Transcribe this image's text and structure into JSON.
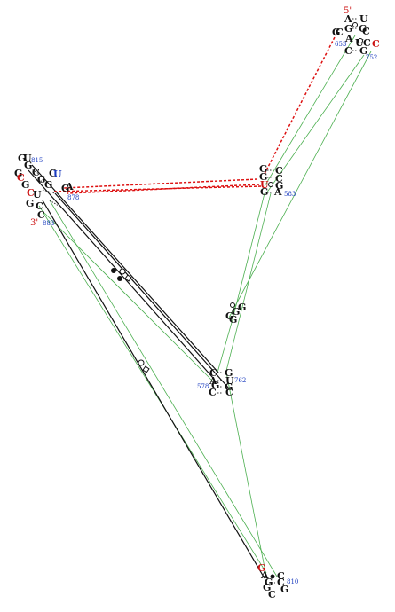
{
  "colors": {
    "nucleotide": "#111111",
    "highlight": "#cc1111",
    "index_label": "#1a3bbf",
    "pseudoknot": "#dd1111",
    "interaction": "#4caf50",
    "backbone": "#111111"
  },
  "labels": {
    "five_prime": "5'",
    "three_prime": "3'"
  },
  "index_numbers": {
    "n653": "653",
    "n752": "752",
    "n583": "583",
    "n578": "578",
    "n762": "762",
    "n815": "815",
    "n878": "878",
    "n883": "883",
    "n810": "810"
  },
  "helix_top_right": [
    "A",
    "U",
    "G",
    "G",
    "C",
    "A",
    "G",
    "C",
    "U",
    "C",
    "C",
    "G",
    "C"
  ],
  "helix_mid_right": [
    "G",
    "C",
    "G",
    "C",
    "U",
    "G",
    "G",
    "A"
  ],
  "helix_center": [
    "G",
    "G",
    "G",
    "G"
  ],
  "helix_mid_lower": [
    "C",
    "G",
    "A",
    "U",
    "G",
    "G",
    "C",
    "C"
  ],
  "helix_left": [
    "G",
    "U",
    "G",
    "G",
    "C",
    "C",
    "U",
    "C",
    "G",
    "G",
    "G",
    "A",
    "G",
    "C",
    "U",
    "G",
    "C",
    "C"
  ],
  "helix_bottom": [
    "G",
    "A",
    "C",
    "G",
    "C",
    "G",
    "C",
    "G"
  ]
}
